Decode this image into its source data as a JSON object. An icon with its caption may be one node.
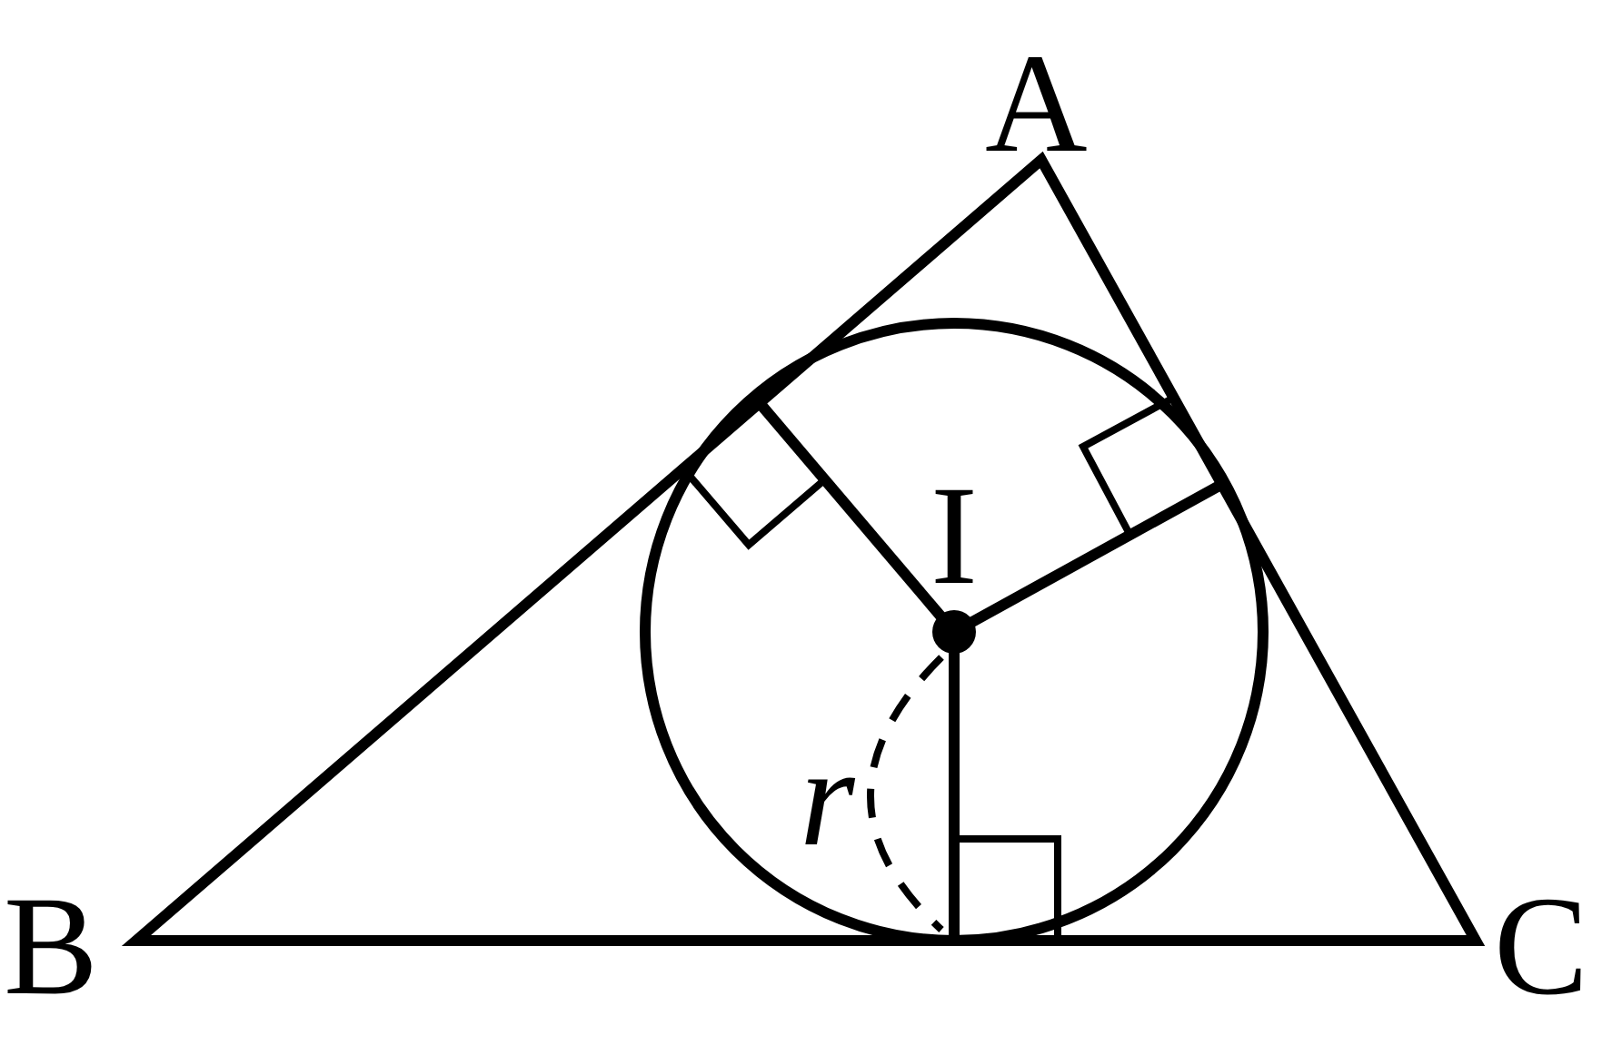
{
  "diagram": {
    "labels": [
      "A",
      "I",
      "r",
      "B",
      "C"
    ]
  }
}
